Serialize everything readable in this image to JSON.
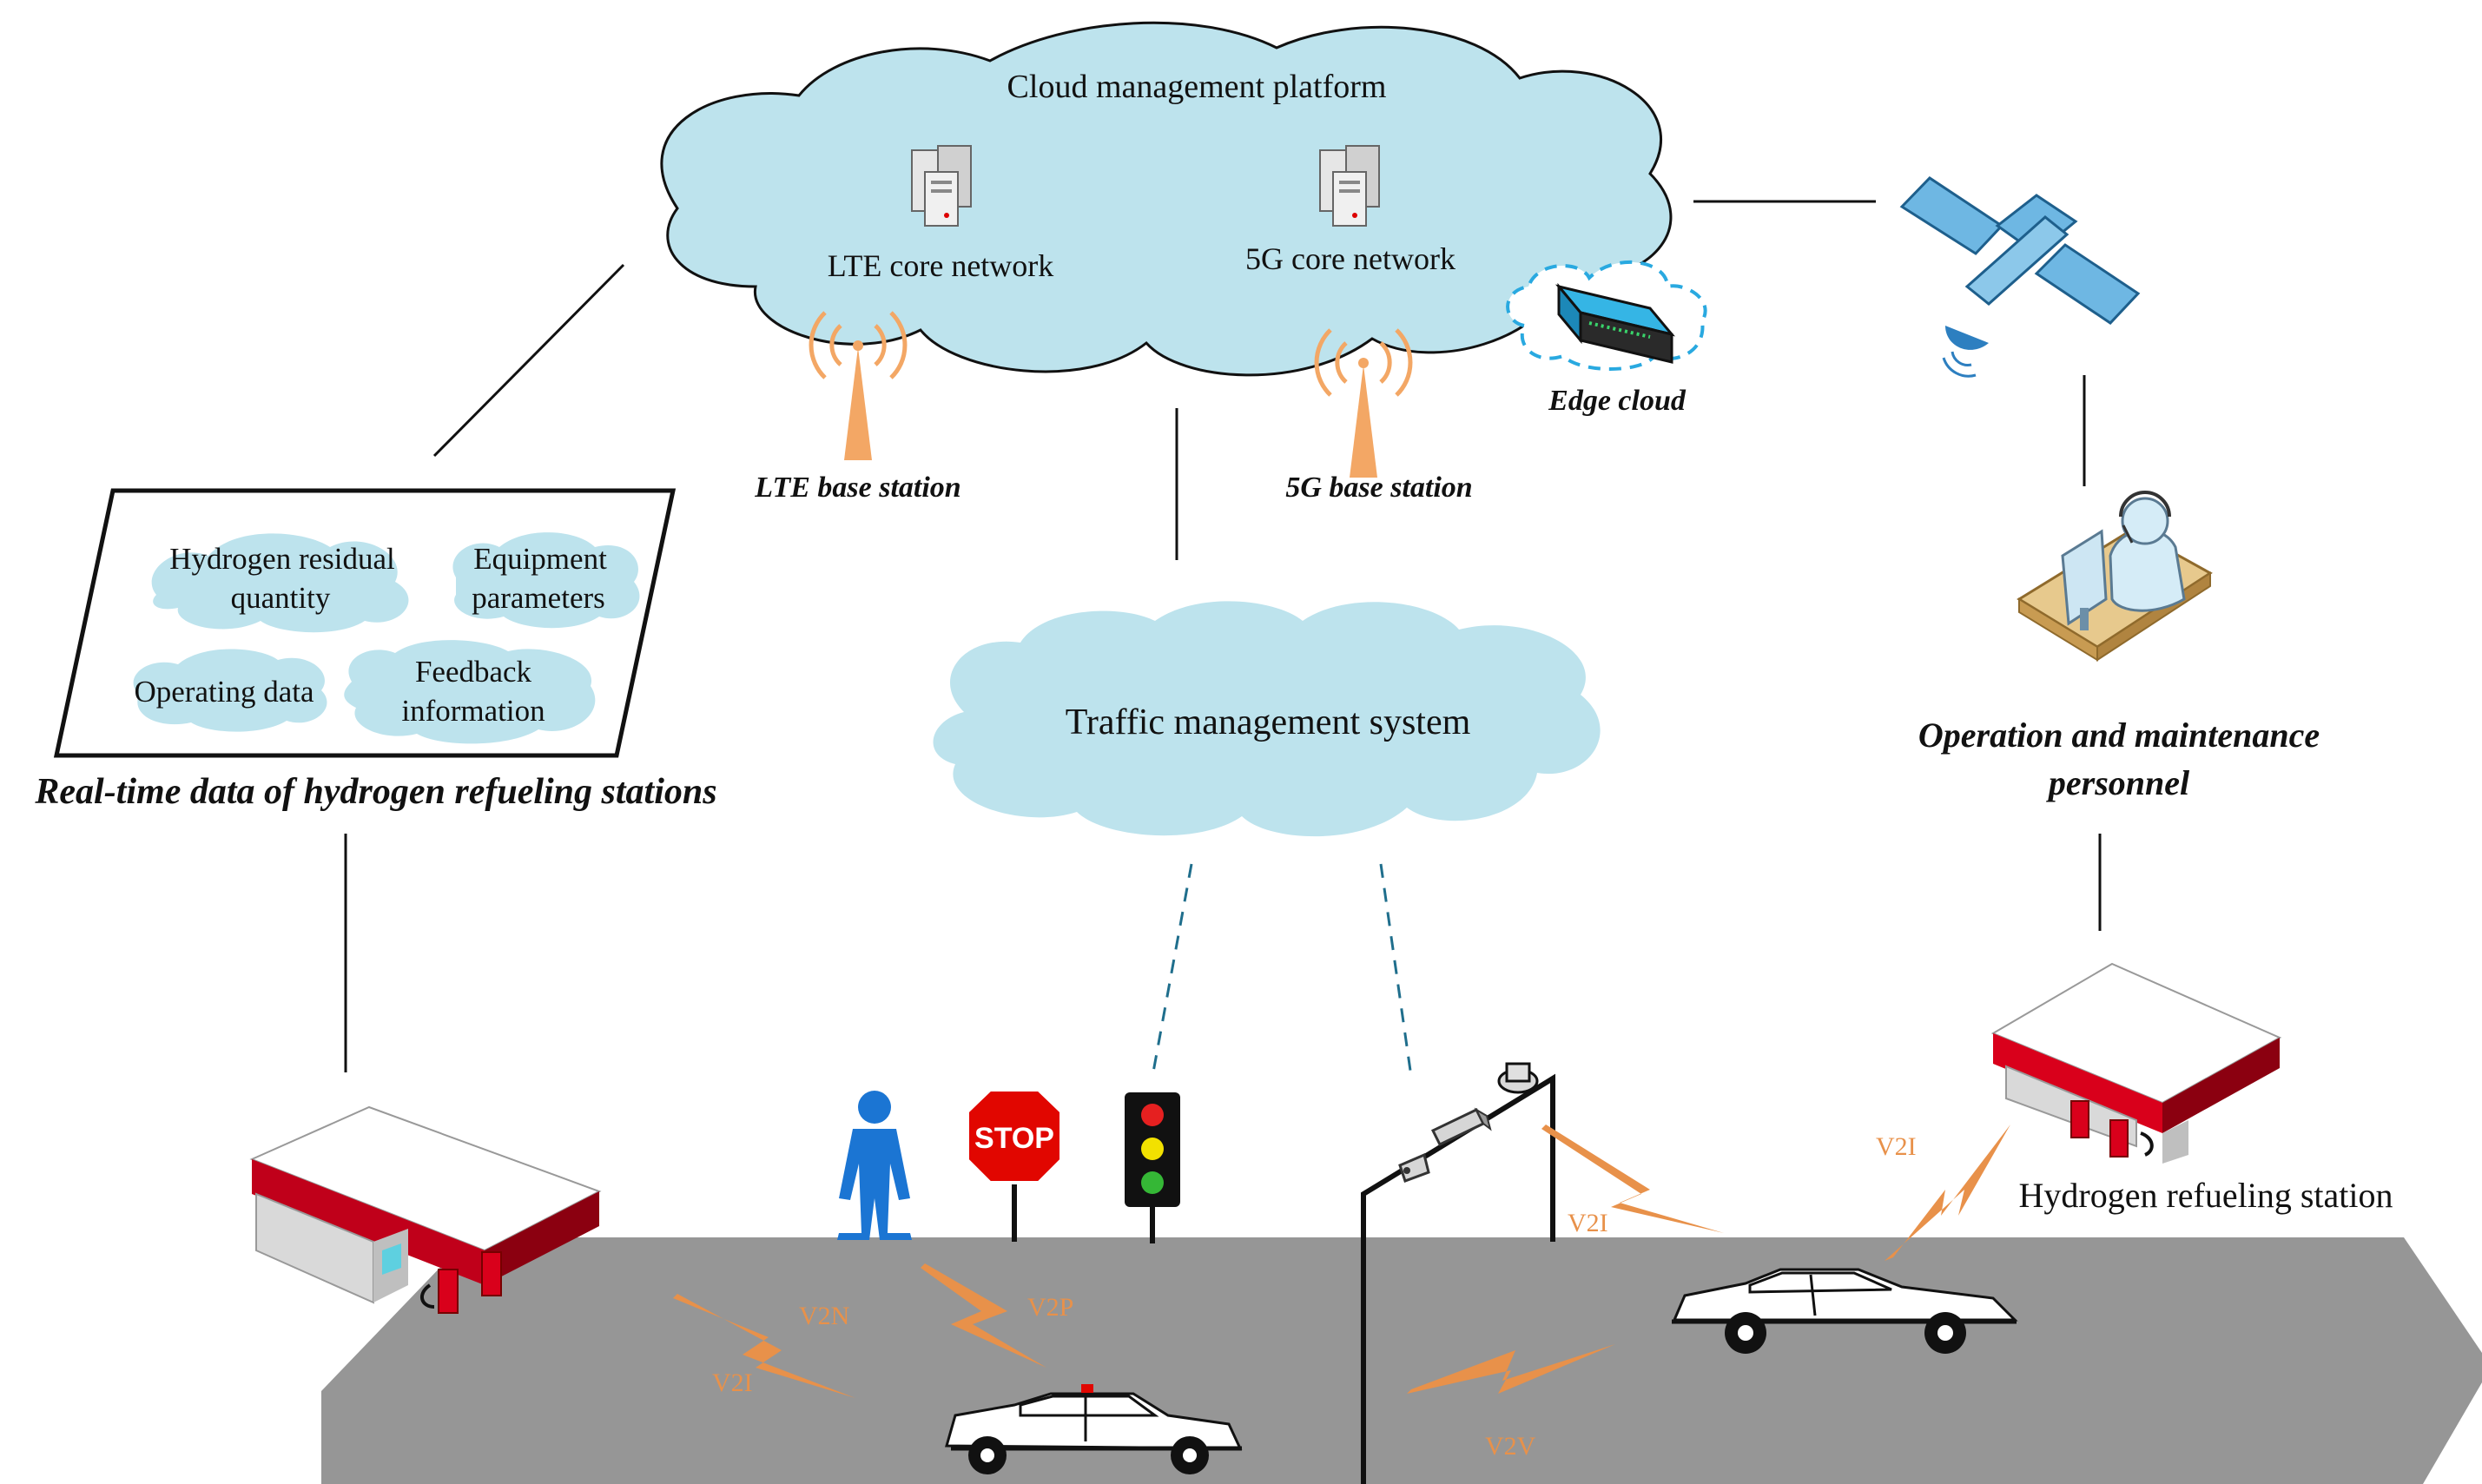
{
  "cloud_platform": {
    "title": "Cloud management platform",
    "lte_core": "LTE core network",
    "g5_core": "5G core network"
  },
  "edge_cloud": "Edge cloud",
  "lte_base_station": "LTE base station",
  "g5_base_station": "5G base station",
  "traffic_system": "Traffic management system",
  "data_panel": {
    "items": [
      "Hydrogen residual",
      "quantity",
      "Equipment",
      "parameters",
      "Operating data",
      "Feedback",
      "information"
    ],
    "caption": "Real-time data of hydrogen refueling stations"
  },
  "personnel": {
    "line1": "Operation and maintenance",
    "line2": "personnel"
  },
  "station_label": "Hydrogen refueling station",
  "links": {
    "v2n": "V2N",
    "v2i_left": "V2I",
    "v2p": "V2P",
    "v2i_pole": "V2I",
    "v2i_station": "V2I",
    "v2v": "V2V"
  },
  "stop_sign": "STOP",
  "colors": {
    "cloud_fill": "#BDE3ED",
    "road": "#969696",
    "signal": "#E8914A",
    "station_roof": "#D9001B",
    "person": "#1B75D3",
    "satellite": "#6EB7E3"
  }
}
